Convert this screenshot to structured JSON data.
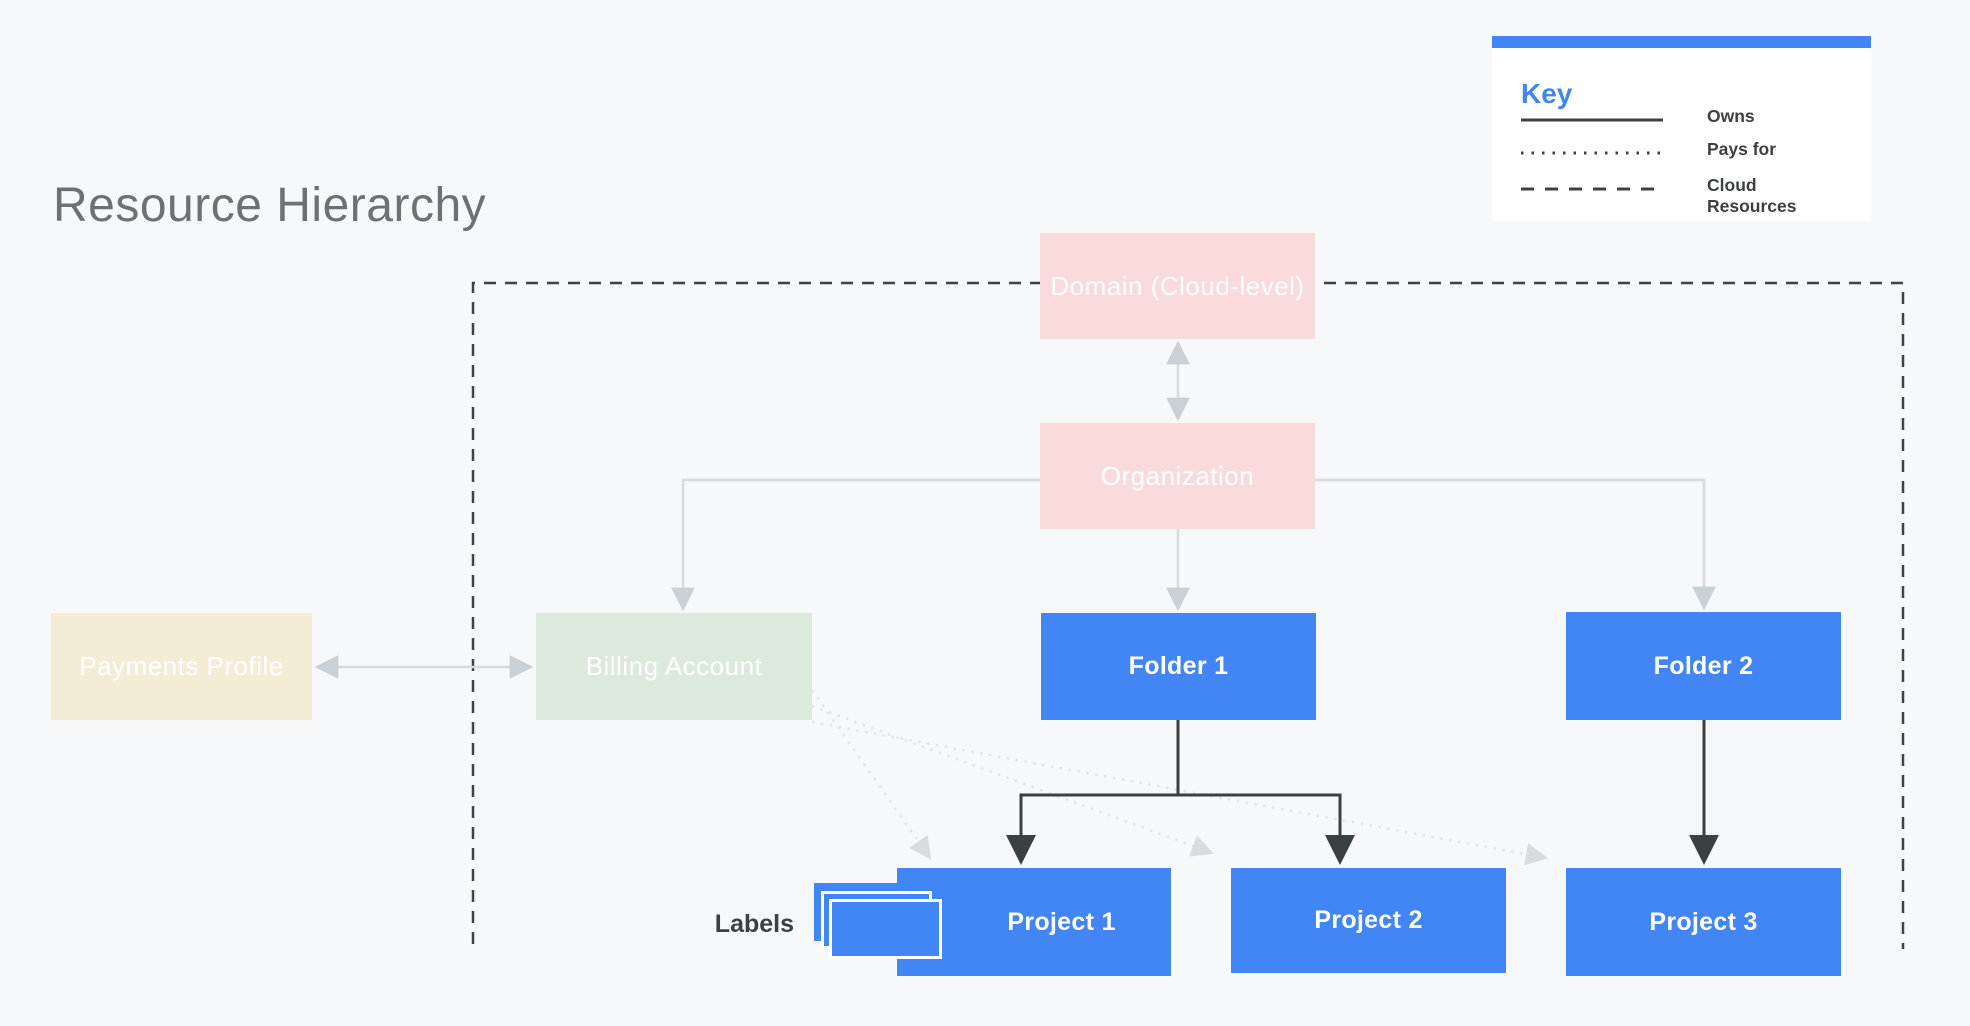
{
  "title": "Resource Hierarchy",
  "key": {
    "heading": "Key",
    "entries": [
      {
        "style": "solid",
        "label": "Owns"
      },
      {
        "style": "dotted",
        "label": "Pays for"
      },
      {
        "style": "dashed",
        "label": "Cloud Resources"
      }
    ]
  },
  "nodes": {
    "domain": {
      "label": "Domain (Cloud-level)",
      "color": "#f8dbda"
    },
    "organization": {
      "label": "Organization",
      "color": "#f8dbda"
    },
    "payments_profile": {
      "label": "Payments Profile",
      "color": "#f5ecd5"
    },
    "billing_account": {
      "label": "Billing Account",
      "color": "#dceadd"
    },
    "folder1": {
      "label": "Folder 1",
      "color": "#4285f4"
    },
    "folder2": {
      "label": "Folder 2",
      "color": "#4285f4"
    },
    "project1": {
      "label": "Project 1",
      "color": "#4285f4"
    },
    "project2": {
      "label": "Project 2",
      "color": "#4285f4"
    },
    "project3": {
      "label": "Project 3",
      "color": "#4285f4"
    }
  },
  "labels_annotation": "Labels",
  "icons": {
    "labels": "stacked-cards-icon"
  },
  "connections": [
    {
      "from": "domain",
      "to": "organization",
      "type": "owns",
      "bidirectional": true
    },
    {
      "from": "organization",
      "to": "billing_account",
      "type": "owns"
    },
    {
      "from": "organization",
      "to": "folder1",
      "type": "owns"
    },
    {
      "from": "organization",
      "to": "folder2",
      "type": "owns"
    },
    {
      "from": "payments_profile",
      "to": "billing_account",
      "type": "owns",
      "bidirectional": true
    },
    {
      "from": "folder1",
      "to": "project1",
      "type": "owns"
    },
    {
      "from": "folder1",
      "to": "project2",
      "type": "owns"
    },
    {
      "from": "folder2",
      "to": "project3",
      "type": "owns"
    },
    {
      "from": "billing_account",
      "to": "project1",
      "type": "pays_for"
    },
    {
      "from": "billing_account",
      "to": "project2",
      "type": "pays_for"
    },
    {
      "from": "billing_account",
      "to": "project3",
      "type": "pays_for"
    },
    {
      "boundary": "cloud_resources",
      "encloses": [
        "organization",
        "billing_account",
        "folder1",
        "folder2",
        "project1",
        "project2",
        "project3"
      ],
      "straddles": "domain"
    }
  ],
  "colors": {
    "accent_blue": "#4285f4",
    "background": "#f7f8fa",
    "dark_line": "#3b4043",
    "gray_line": "#d8dadd",
    "dotted_line": "#e3e4e7",
    "text_dark": "#3c4043",
    "title_gray": "#6e7072",
    "key_background": "#ffffff"
  }
}
